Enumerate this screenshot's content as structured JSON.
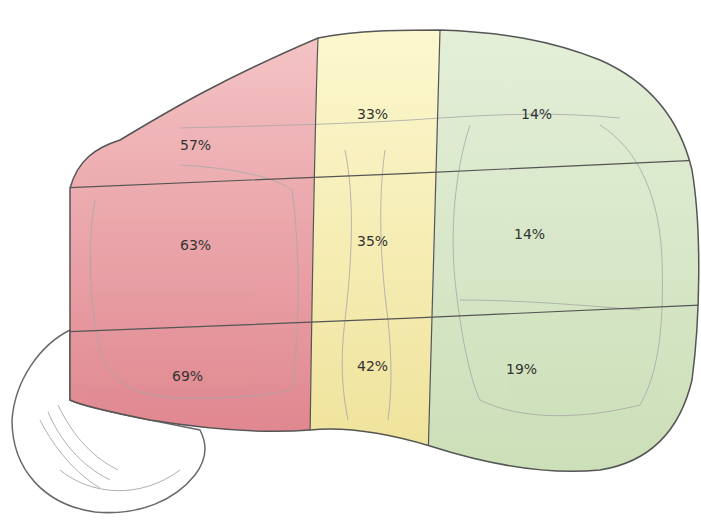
{
  "diagram": {
    "labels": [
      "57%",
      "33%",
      "14%",
      "63%",
      "35%",
      "14%",
      "69%",
      "42%",
      "19%"
    ]
  }
}
